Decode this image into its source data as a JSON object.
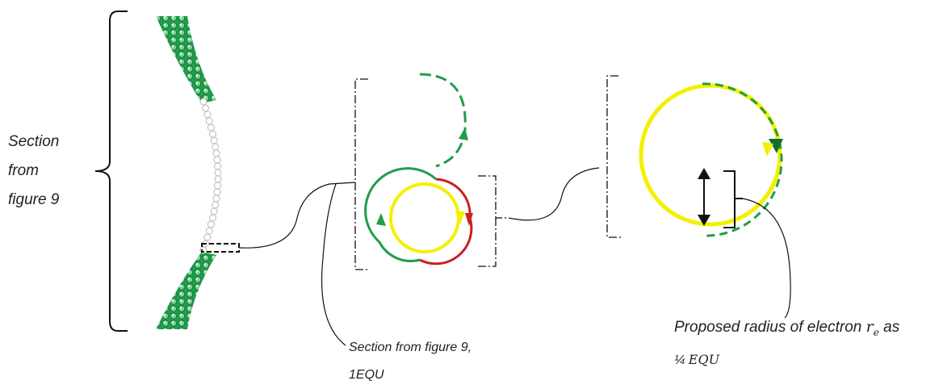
{
  "section_label": [
    "Section",
    "from",
    "figure 9"
  ],
  "middle_label": [
    "Section from figure 9,",
    "1EQU"
  ],
  "radius_label": {
    "line1_prefix": "Proposed radius of electron",
    "symbol": "r",
    "subscript": "e",
    "line1_suffix": "as",
    "line2_fraction": "¼",
    "line2_unit": "EQU"
  },
  "colors": {
    "green": "#1f9e4a",
    "dark_green": "#0f6f2e",
    "yellow": "#f4f000",
    "red": "#cc1f1f",
    "grey_bead": "#b9b9b9"
  }
}
